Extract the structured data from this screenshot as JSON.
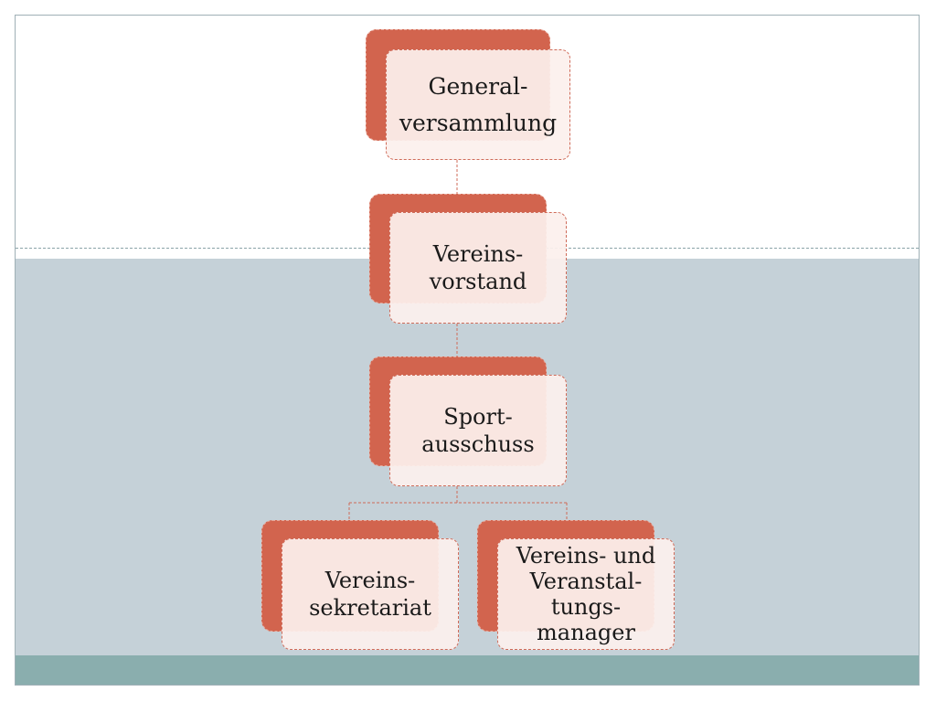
{
  "diagram": {
    "nodes": [
      {
        "id": "generalversammlung",
        "label": "General-\nversammlung"
      },
      {
        "id": "vereinsvorstand",
        "label": "Vereins-\nvorstand"
      },
      {
        "id": "sportausschuss",
        "label": "Sport-\nausschuss"
      },
      {
        "id": "vereinssekretariat",
        "label": "Vereins-\nsekretariat"
      },
      {
        "id": "veranstaltungsmanager",
        "label": "Vereins- und\nVeranstal-\ntungs-\nmanager"
      }
    ],
    "edges": [
      {
        "from": "generalversammlung",
        "to": "vereinsvorstand"
      },
      {
        "from": "vereinsvorstand",
        "to": "sportausschuss"
      },
      {
        "from": "sportausschuss",
        "to": "vereinssekretariat"
      },
      {
        "from": "sportausschuss",
        "to": "veranstaltungsmanager"
      }
    ],
    "colors": {
      "node_back": "#d2644e",
      "node_front": "#fcf0ed",
      "connector": "#cf6b59",
      "band_gray": "#c5d1d8",
      "band_teal": "#8aaeae"
    }
  }
}
